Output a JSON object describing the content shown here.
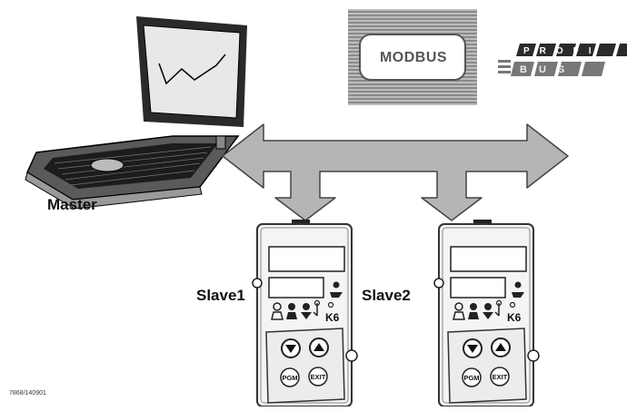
{
  "labels": {
    "master": "Master",
    "slave1": "Slave1",
    "slave2": "Slave2",
    "figure_id": "7868/140901"
  },
  "logos": {
    "modbus": "MODBUS",
    "profibus_top": "PROFI",
    "profibus_bottom": "BUS"
  },
  "device": {
    "key_pgm": "PGM",
    "key_exit": "EXIT",
    "led_label": "K6"
  },
  "icons": [
    "laptop-icon",
    "bus-arrow-icon",
    "controller-icon",
    "up-arrow-key-icon",
    "down-arrow-key-icon"
  ]
}
